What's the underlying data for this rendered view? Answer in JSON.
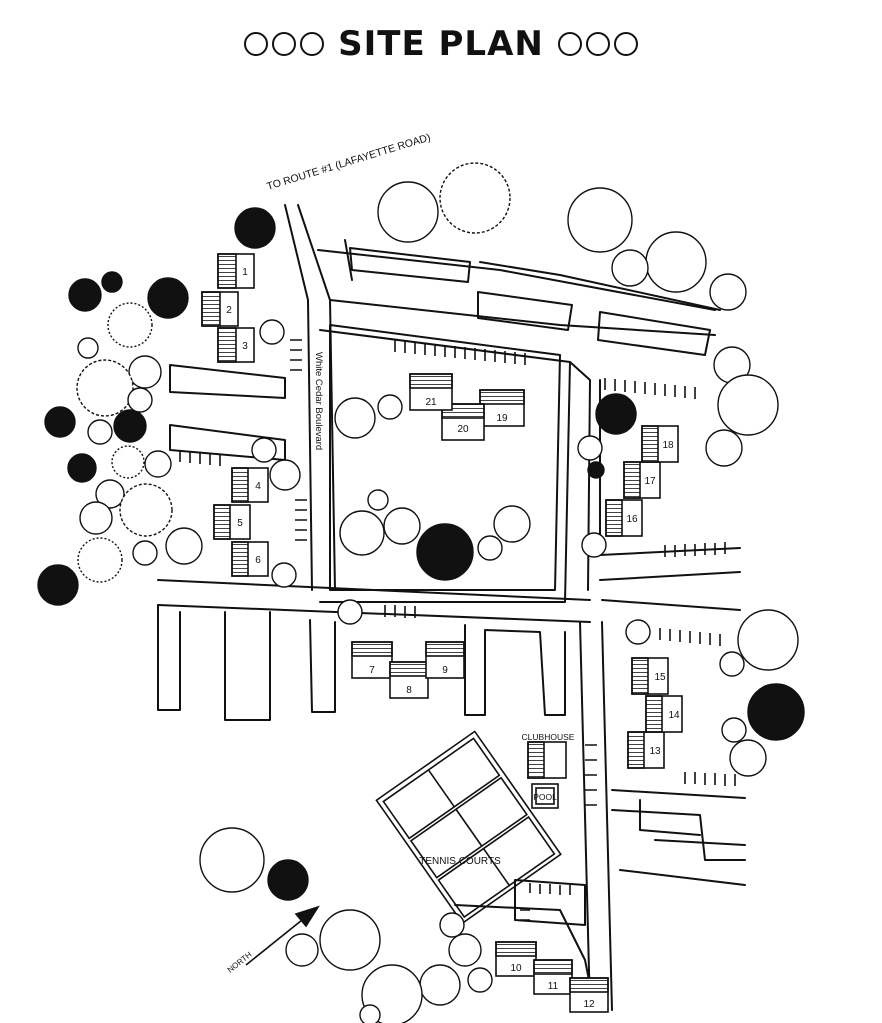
{
  "header": {
    "title": "SITE PLAN",
    "left_circles": 3,
    "right_circles": 3
  },
  "map": {
    "road_label": "TO ROUTE #1 (LAFAYETTE ROAD)",
    "boulevard_label": "White Cedar Boulevard",
    "clubhouse_label": "CLUBHOUSE",
    "pool_label": "POOL",
    "tennis_label": "TENNIS COURTS",
    "north_label": "NORTH",
    "buildings": [
      "1",
      "2",
      "3",
      "4",
      "5",
      "6",
      "7",
      "8",
      "9",
      "10",
      "11",
      "12",
      "13",
      "14",
      "15",
      "16",
      "17",
      "18",
      "19",
      "20",
      "21"
    ]
  },
  "colors": {
    "ink": "#111111",
    "paper": "#ffffff"
  }
}
